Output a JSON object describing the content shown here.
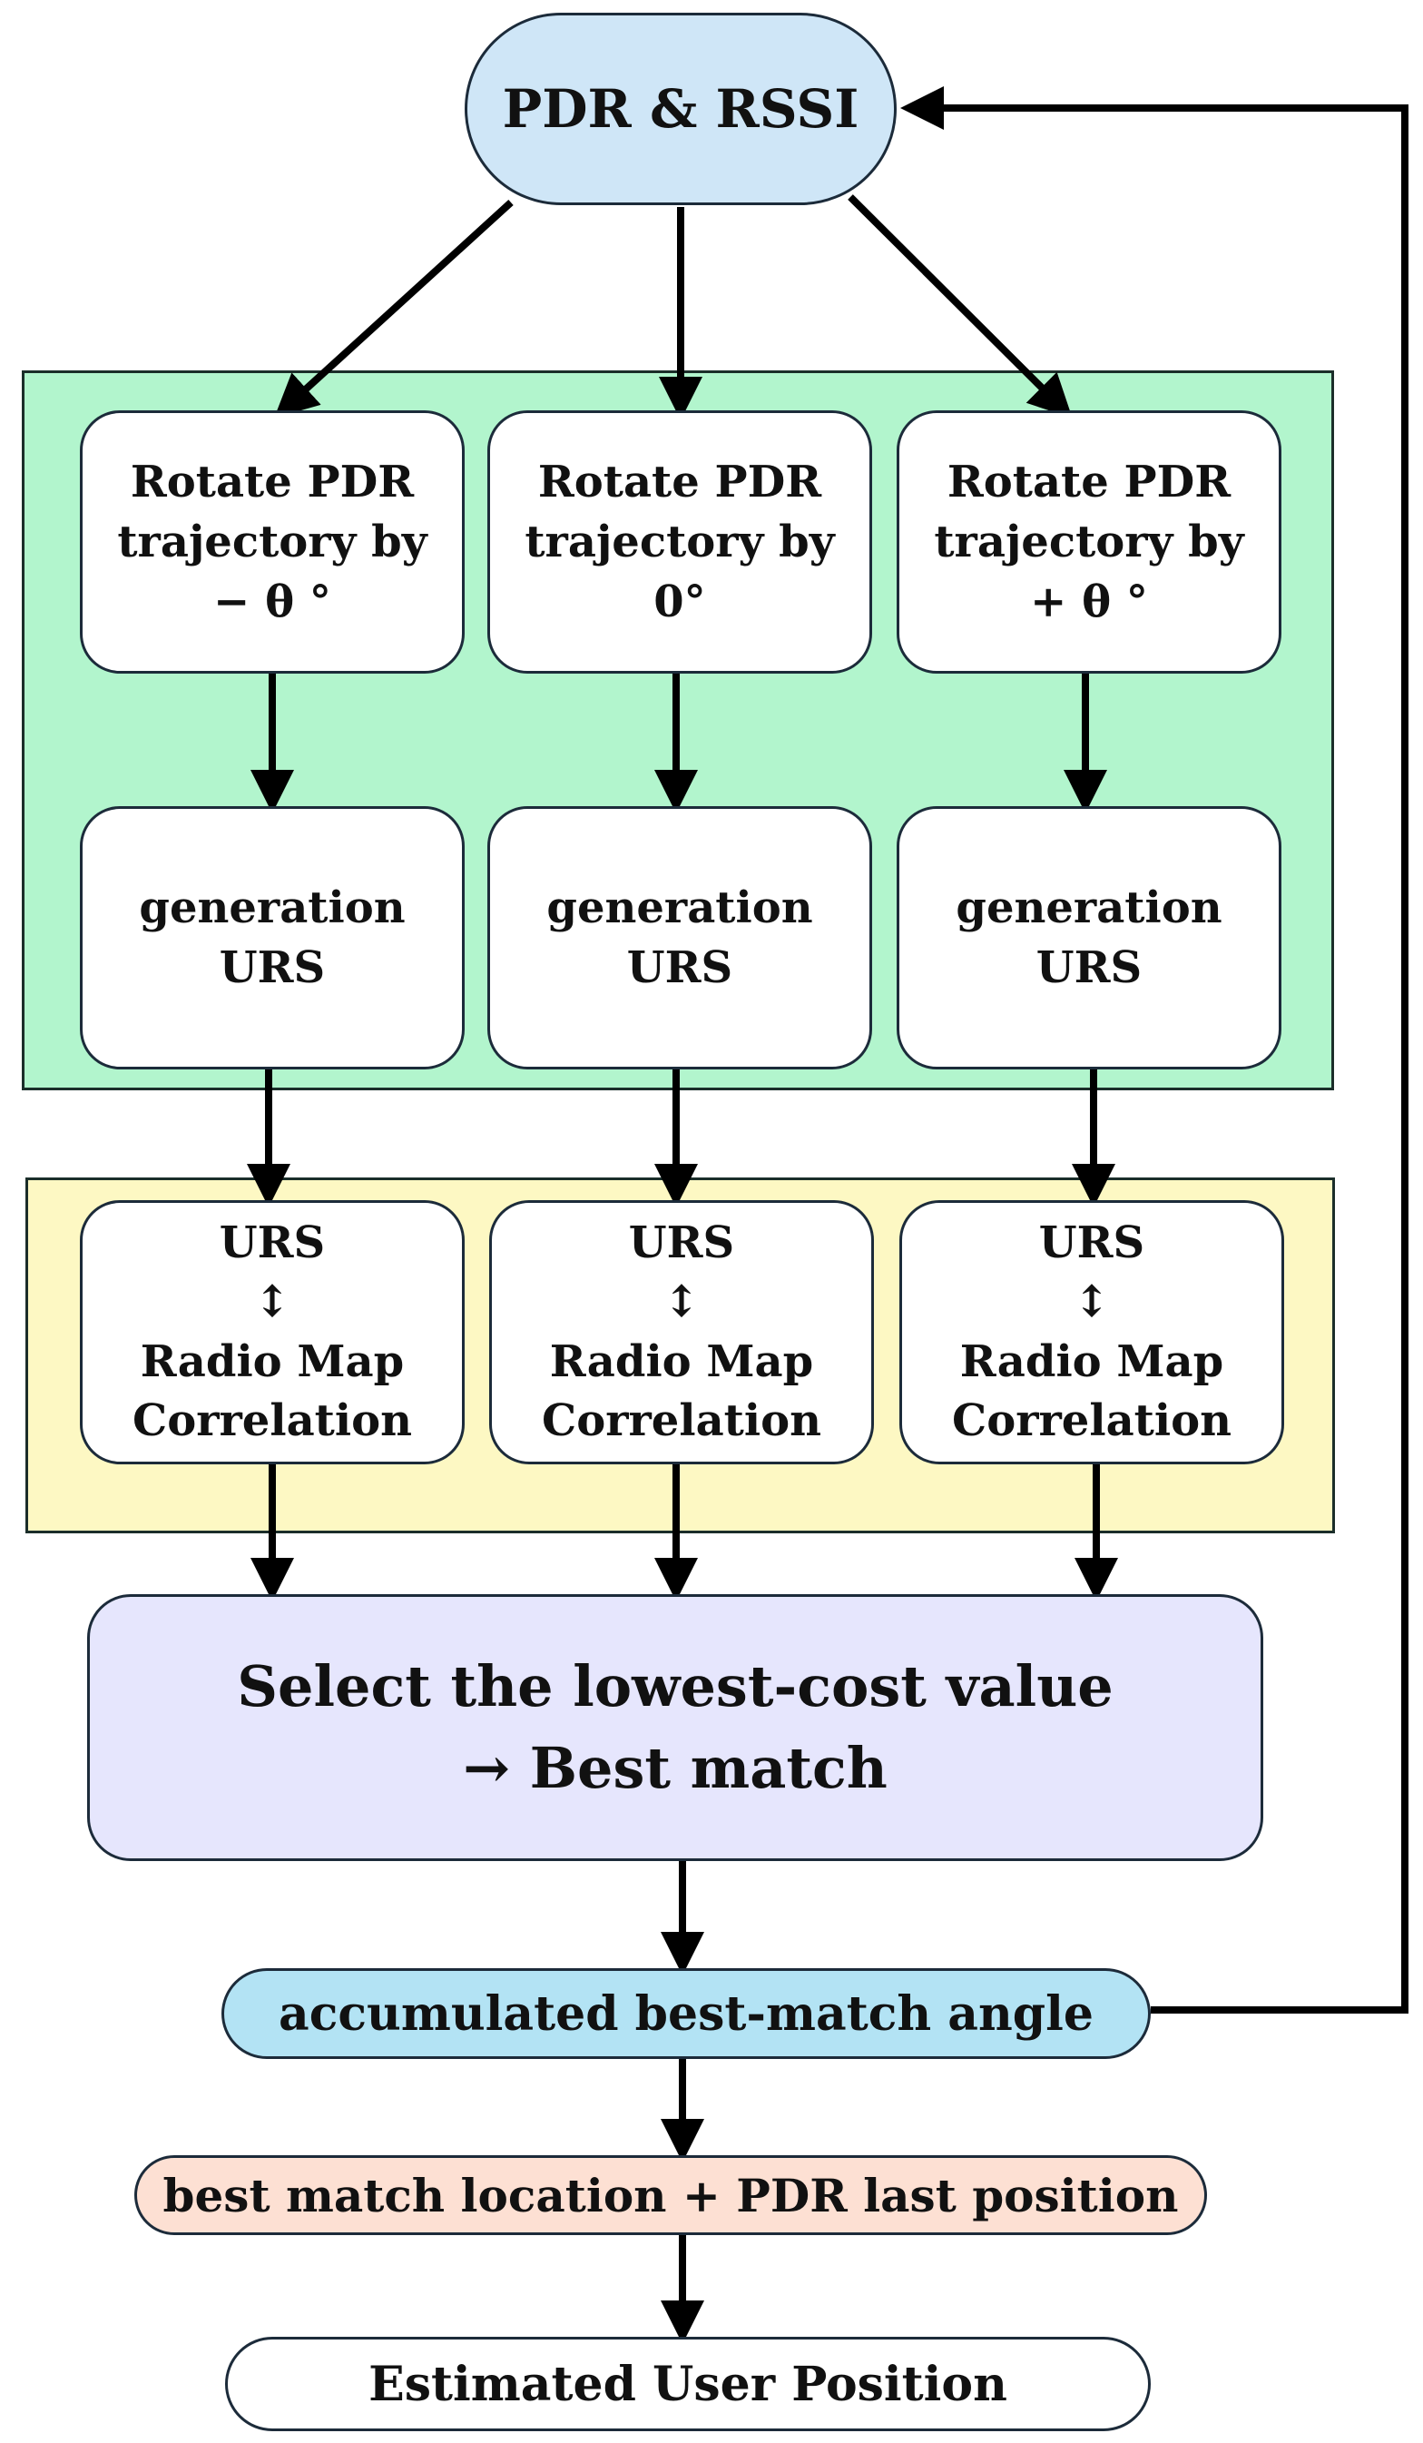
{
  "colors": {
    "start_fill": "#cfe6f7",
    "rotation_panel_fill": "#b2f5cd",
    "correlation_panel_fill": "#fdf8c3",
    "select_fill": "#e6e6fd",
    "angle_fill": "#b3e3f4",
    "location_fill": "#fde0d3",
    "end_fill": "#ffffff",
    "stroke": "#000000"
  },
  "diagram": {
    "start": {
      "label": "PDR & RSSI"
    },
    "rotations": [
      {
        "lines": [
          "Rotate PDR",
          "trajectory by",
          "− θ °"
        ]
      },
      {
        "lines": [
          "Rotate PDR",
          "trajectory by",
          "0°"
        ]
      },
      {
        "lines": [
          "Rotate PDR",
          "trajectory by",
          "+  θ °"
        ]
      }
    ],
    "generations": [
      {
        "lines": [
          "generation",
          "URS"
        ]
      },
      {
        "lines": [
          "generation",
          "URS"
        ]
      },
      {
        "lines": [
          "generation",
          "URS"
        ]
      }
    ],
    "correlations": [
      {
        "lines": [
          "URS",
          "↕",
          "Radio Map",
          "Correlation"
        ]
      },
      {
        "lines": [
          "URS",
          "↕",
          "Radio Map",
          "Correlation"
        ]
      },
      {
        "lines": [
          "URS",
          "↕",
          "Radio Map",
          "Correlation"
        ]
      }
    ],
    "select": {
      "lines": [
        "Select the lowest-cost value",
        "→ Best match"
      ]
    },
    "angle": {
      "label": "accumulated best-match angle"
    },
    "location": {
      "label": "best match location + PDR last position"
    },
    "end": {
      "label": "Estimated User Position"
    }
  }
}
